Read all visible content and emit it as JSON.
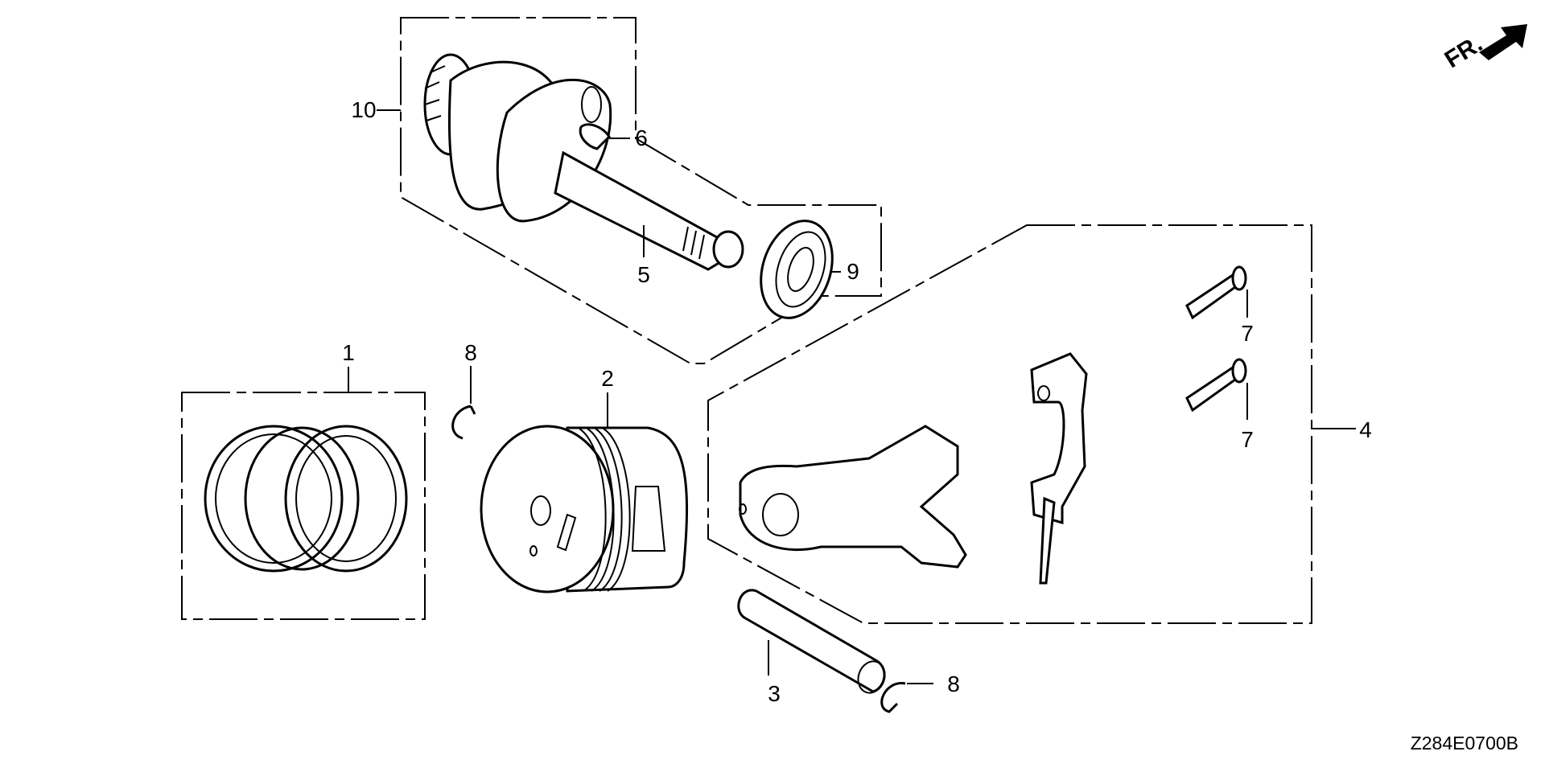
{
  "diagram": {
    "title_code": "Z284E0700B",
    "direction_indicator": {
      "label": "FR.",
      "icon": "front-arrow-icon"
    },
    "callouts": [
      {
        "ref": "1",
        "part": "piston-ring-set"
      },
      {
        "ref": "2",
        "part": "piston"
      },
      {
        "ref": "3",
        "part": "piston-pin"
      },
      {
        "ref": "4",
        "part": "connecting-rod-assembly"
      },
      {
        "ref": "5",
        "part": "crankshaft"
      },
      {
        "ref": "6",
        "part": "woodruff-key"
      },
      {
        "ref": "7",
        "part": "connecting-rod-bolt"
      },
      {
        "ref": "7",
        "part": "connecting-rod-bolt"
      },
      {
        "ref": "8",
        "part": "piston-pin-clip"
      },
      {
        "ref": "8",
        "part": "piston-pin-clip"
      },
      {
        "ref": "9",
        "part": "ball-bearing"
      },
      {
        "ref": "10",
        "part": "crankshaft-assembly"
      }
    ]
  }
}
